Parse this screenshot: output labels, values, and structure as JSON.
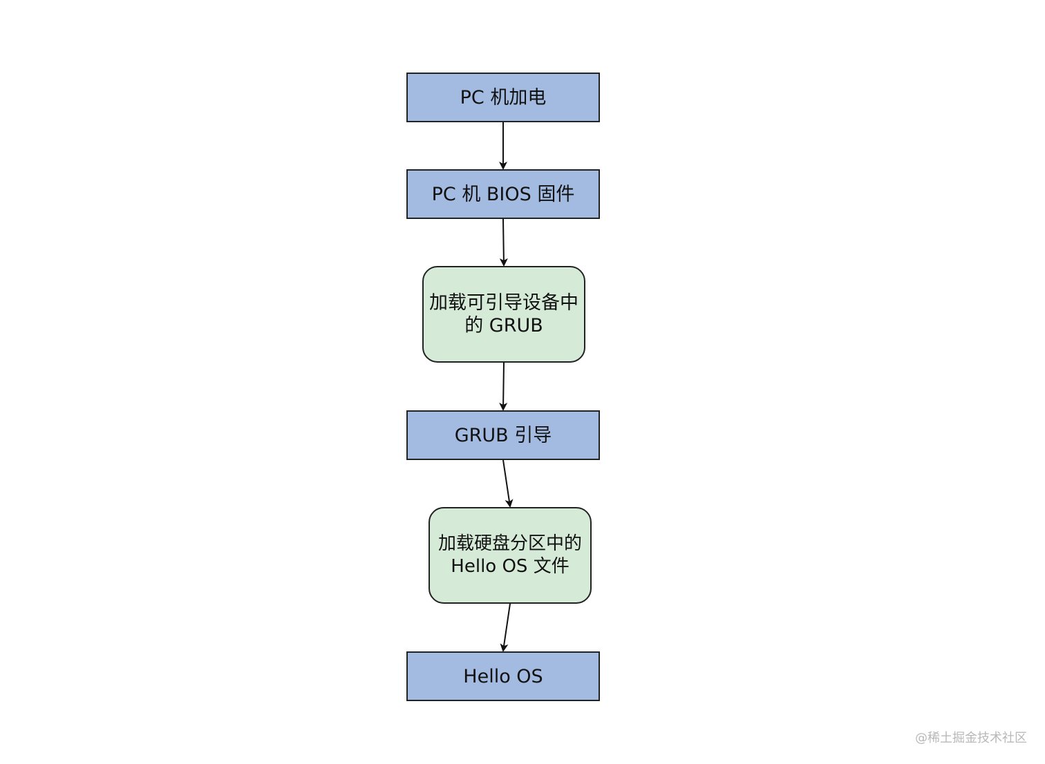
{
  "nodes": [
    {
      "id": "n1",
      "lines": [
        "PC 机加电"
      ],
      "color": "#a3bbe0"
    },
    {
      "id": "n2",
      "lines": [
        "PC 机 BIOS 固件"
      ],
      "color": "#a3bbe0"
    },
    {
      "id": "n3",
      "lines": [
        "加载可引导设备中",
        "的 GRUB"
      ],
      "color": "#d6ead8"
    },
    {
      "id": "n4",
      "lines": [
        "GRUB 引导"
      ],
      "color": "#a3bbe0"
    },
    {
      "id": "n5",
      "lines": [
        "加载硬盘分区中的",
        "Hello OS 文件"
      ],
      "color": "#d6ead8"
    },
    {
      "id": "n6",
      "lines": [
        "Hello OS"
      ],
      "color": "#a3bbe0"
    }
  ],
  "edges": [
    {
      "from": "n1",
      "to": "n2"
    },
    {
      "from": "n2",
      "to": "n3"
    },
    {
      "from": "n3",
      "to": "n4"
    },
    {
      "from": "n4",
      "to": "n5"
    },
    {
      "from": "n5",
      "to": "n6"
    }
  ],
  "watermark": "@稀土掘金技术社区"
}
